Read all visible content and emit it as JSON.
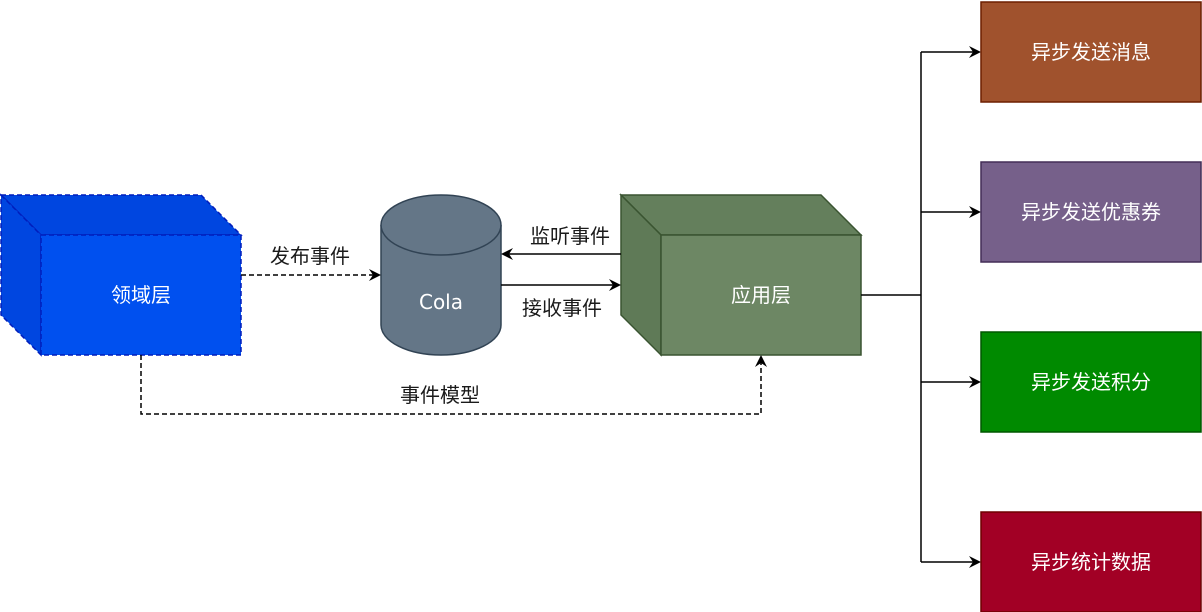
{
  "diagram": {
    "nodes": {
      "domain_layer": {
        "label": "领域层",
        "fill": "#0050EF",
        "stroke": "#001DBC",
        "style": "dashed-cube"
      },
      "cola": {
        "label": "Cola",
        "fill": "#647687",
        "stroke": "#314354",
        "shape": "cylinder"
      },
      "app_layer": {
        "label": "应用层",
        "fill": "#6D8764",
        "stroke": "#3A5431",
        "shape": "cube"
      },
      "async_message": {
        "label": "异步发送消息",
        "fill": "#A0522D",
        "stroke": "#6D1F00"
      },
      "async_coupon": {
        "label": "异步发送优惠券",
        "fill": "#76608A",
        "stroke": "#432D57"
      },
      "async_points": {
        "label": "异步发送积分",
        "fill": "#008A00",
        "stroke": "#005700"
      },
      "async_stats": {
        "label": "异步统计数据",
        "fill": "#A20025",
        "stroke": "#6F0000"
      }
    },
    "edges": {
      "publish_event": {
        "label": "发布事件",
        "from": "领域层",
        "to": "Cola",
        "style": "dashed"
      },
      "listen_event": {
        "label": "监听事件",
        "from": "应用层",
        "to": "Cola",
        "style": "solid"
      },
      "receive_event": {
        "label": "接收事件",
        "from": "Cola",
        "to": "应用层",
        "style": "solid"
      },
      "event_model": {
        "label": "事件模型",
        "from": "领域层",
        "to": "应用层",
        "style": "dashed"
      }
    }
  }
}
